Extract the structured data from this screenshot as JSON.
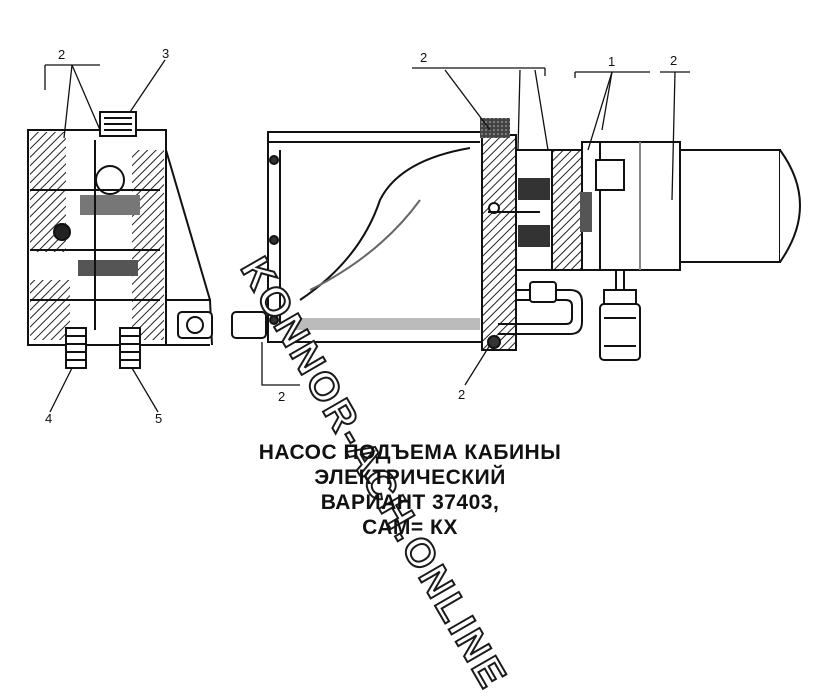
{
  "callouts": {
    "c2_left_top": "2",
    "c3": "3",
    "c4": "4",
    "c5": "5",
    "c2_bottom_left": "2",
    "c2_bottom_mid": "2",
    "c2_top_mid": "2",
    "c1": "1",
    "c2_top_right": "2"
  },
  "caption": {
    "line1": "НАСОС ПОДЪЕМА КАБИНЫ",
    "line2": "ЭЛЕКТРИЧЕСКИЙ",
    "line3": "ВАРИАНТ 37403,",
    "line4": "САМ= КХ"
  },
  "watermark": "KONNOR-ACH.ONLINE"
}
